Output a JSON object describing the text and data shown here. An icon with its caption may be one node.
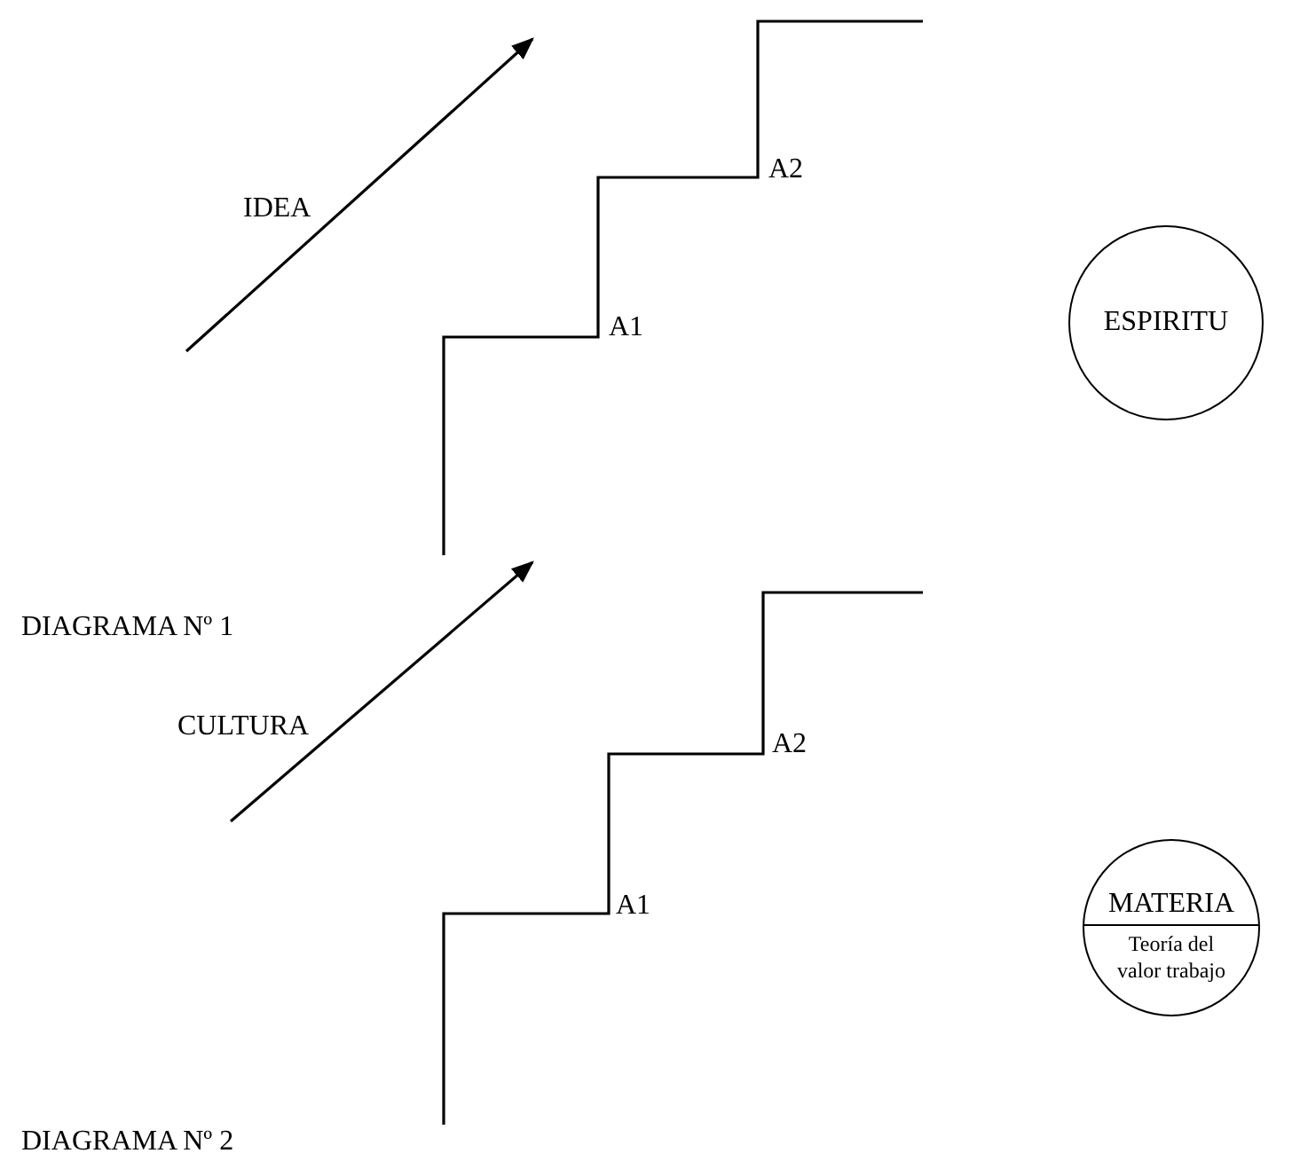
{
  "diagram": {
    "nodes": [
      {
        "text": [
          "ESPIRITU"
        ]
      },
      {
        "text": [
          "MATERIA",
          "Teoría del valor trabajo"
        ]
      }
    ],
    "labels": [
      "A2",
      "IDEA",
      "A1",
      "DIAGRAMA Nº 1",
      "A2",
      "CULTURA",
      "A1",
      "DIAGRAMA Nº 2"
    ]
  }
}
